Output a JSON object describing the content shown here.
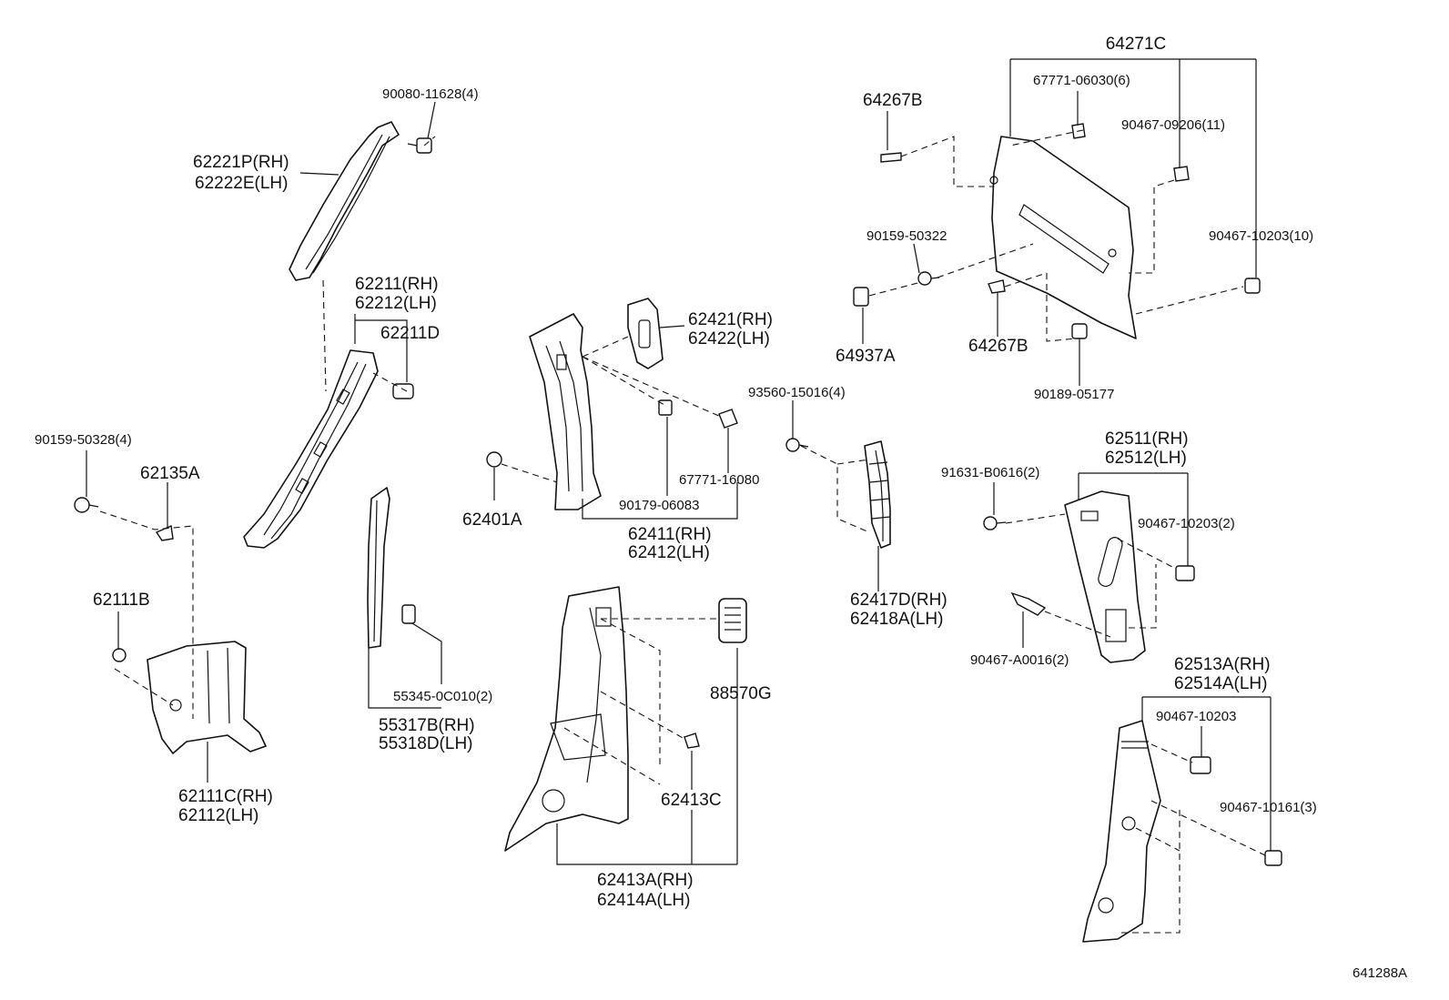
{
  "labels": {
    "p64271C": "64271C",
    "p67771_06030": "67771-06030(6)",
    "p64267B_top": "64267B",
    "p90467_09206": "90467-09206(11)",
    "p90159_50322": "90159-50322",
    "p90467_10203_10": "90467-10203(10)",
    "p64937A": "64937A",
    "p64267B_bot": "64267B",
    "p90189_05177": "90189-05177",
    "p90080_11628": "90080-11628(4)",
    "p62221P": "62221P(RH)",
    "p62222E": "62222E(LH)",
    "p62211": "62211(RH)",
    "p62212": "62212(LH)",
    "p62211D": "62211D",
    "p62421": "62421(RH)",
    "p62422": "62422(LH)",
    "p93560": "93560-15016(4)",
    "p90159_50328": "90159-50328(4)",
    "p62135A": "62135A",
    "p62401A": "62401A",
    "p67771_16080": "67771-16080",
    "p90179_06083": "90179-06083",
    "p62411": "62411(RH)",
    "p62412": "62412(LH)",
    "p62511": "62511(RH)",
    "p62512": "62512(LH)",
    "p91631": "91631-B0616(2)",
    "p90467_10203_2": "90467-10203(2)",
    "p62111B": "62111B",
    "p62417D": "62417D(RH)",
    "p62418A": "62418A(LH)",
    "p90467_A0016": "90467-A0016(2)",
    "p88570G": "88570G",
    "p55345": "55345-0C010(2)",
    "p62513A": "62513A(RH)",
    "p62514A": "62514A(LH)",
    "p90467_10203": "90467-10203",
    "p55317B": "55317B(RH)",
    "p55318D": "55318D(LH)",
    "p62413C": "62413C",
    "p62111C": "62111C(RH)",
    "p62112": "62112(LH)",
    "p90467_10161": "90467-10161(3)",
    "p62413A": "62413A(RH)",
    "p62414A": "62414A(LH)",
    "diagram_code": "641288A"
  }
}
